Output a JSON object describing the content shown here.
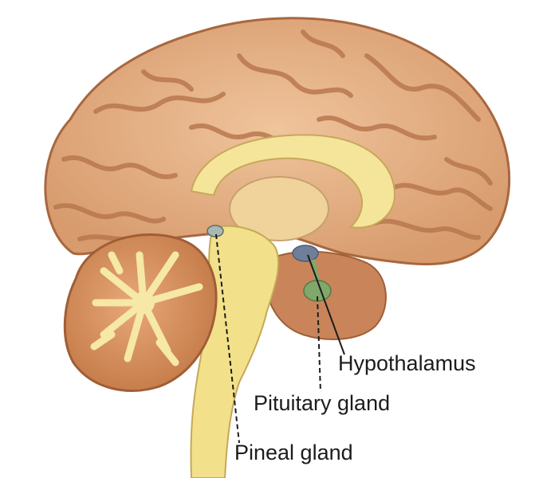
{
  "labels": {
    "hypothalamus": "Hypothalamus",
    "pituitary": "Pituitary gland",
    "pineal": "Pineal gland"
  },
  "colors": {
    "cortex": "#e6b288",
    "cortex_shadow": "#b9784f",
    "cortex_outline": "#a8673f",
    "brainstem": "#f3e08a",
    "corpus_callosum": "#f5e59b",
    "thalamus": "#efd39a",
    "cerebellum": "#d9955f",
    "arbor_vitae": "#f6e8a6",
    "pituitary_marker": "#7fa86a",
    "hypothalamus_marker": "#6f7f9a",
    "pineal_marker": "#a9b8b2"
  }
}
